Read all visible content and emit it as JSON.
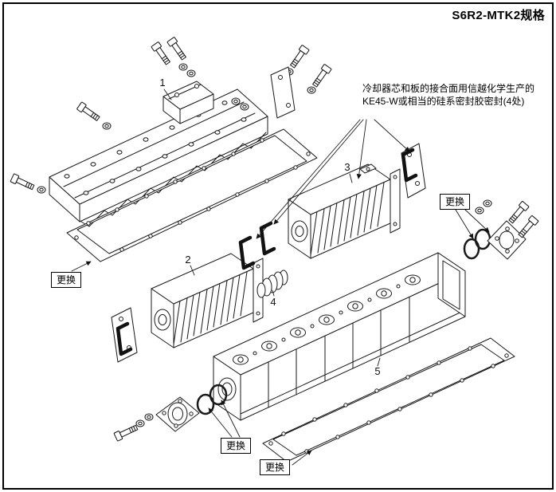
{
  "page": {
    "title": "S6R2-MTK2规格"
  },
  "note": {
    "line1": "冷却器芯和板的接合面用信越化学生产的",
    "line2": "KE45-W或相当的硅系密封胶密封(4处)"
  },
  "replace_boxes": [
    {
      "label": "更换"
    },
    {
      "label": "更换"
    },
    {
      "label": "更换"
    },
    {
      "label": "更换"
    }
  ],
  "parts": [
    {
      "number": "1"
    },
    {
      "number": "2"
    },
    {
      "number": "3"
    },
    {
      "number": "4"
    },
    {
      "number": "5"
    }
  ],
  "colors": {
    "line": "#1a1a1a",
    "background": "#ffffff",
    "border": "#000000"
  }
}
